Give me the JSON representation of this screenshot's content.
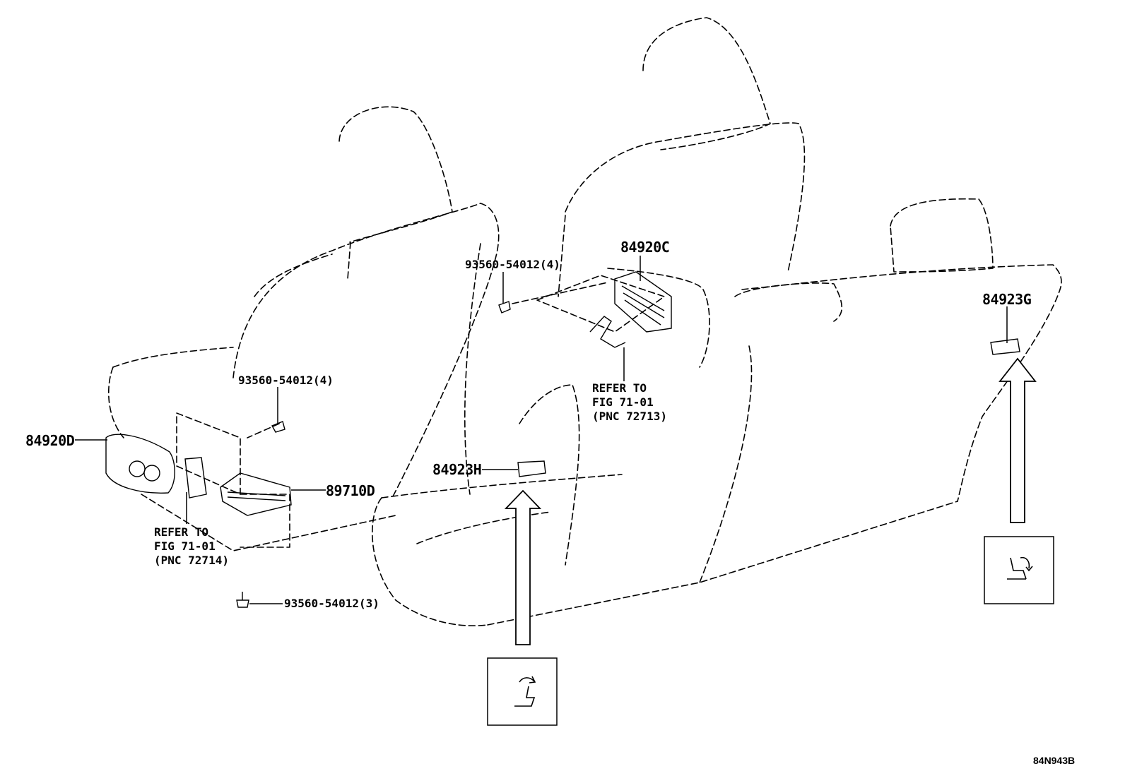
{
  "diagram": {
    "drawing_code": "84N943B",
    "part_labels": {
      "p84920D": "84920D",
      "p84920C": "84920C",
      "p84923H": "84923H",
      "p84923G": "84923G",
      "p89710D": "89710D",
      "bolt_top_left": "93560-54012(4)",
      "bolt_top_center": "93560-54012(4)",
      "bolt_bottom": "93560-54012(3)"
    },
    "references": {
      "left": [
        "REFER TO",
        "FIG 71-01",
        "(PNC 72714)"
      ],
      "center": [
        "REFER TO",
        "FIG 71-01",
        "(PNC 72713)"
      ]
    },
    "icons": {
      "left_symbol": "seat-recline-forward-icon",
      "right_symbol": "seat-recline-back-icon"
    }
  }
}
